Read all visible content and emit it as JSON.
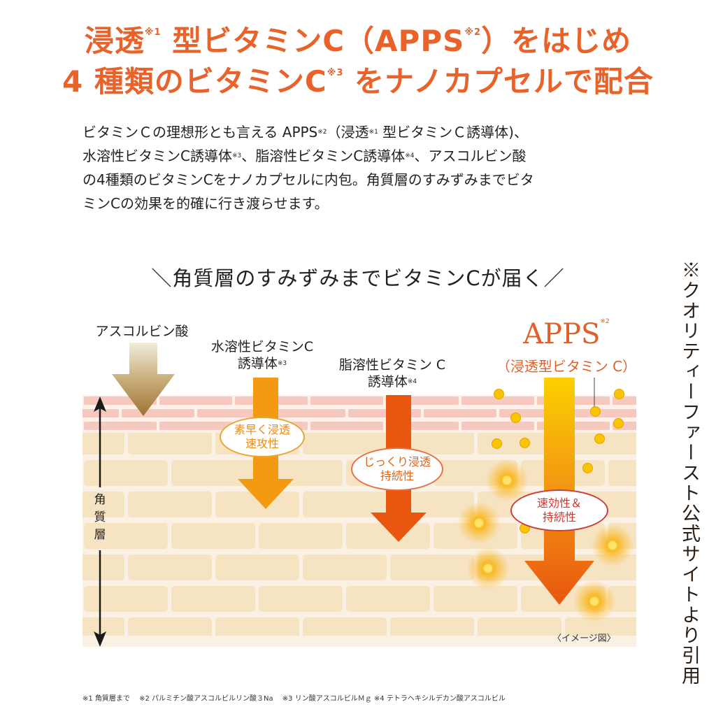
{
  "headline": {
    "line1": {
      "a": "浸透",
      "sup1": "※1",
      "b": " 型ビタミンC（APPS",
      "sup2": "※2",
      "c": "）をはじめ"
    },
    "line2": {
      "a": "4 種類のビタミンC",
      "sup3": "※3",
      "b": " をナノカプセルで配合"
    },
    "color": "#e8622a"
  },
  "body": {
    "l1a": "ビタミンＣの理想形とも言える APPS",
    "l1s2": "※2",
    "l1b": "（浸透",
    "l1s1": "※1",
    "l1c": " 型ビタミンＣ誘導体)、",
    "l2a": "水溶性ビタミンC誘導体",
    "l2s3": "※3",
    "l2b": "、脂溶性ビタミンC誘導体",
    "l2s4": "※4",
    "l2c": "、アスコルビン酸",
    "l3": "の4種類のビタミンCをナノカプセルに内包。角質層のすみずみまでビタ",
    "l4": "ミンCの効果を的確に行き渡らせます。"
  },
  "subhead": "＼角質層のすみずみまでビタミンCが届く／",
  "diagram": {
    "layer_label": "角質層",
    "image_note": "〈イメージ図〉",
    "ingredients": [
      {
        "name": "アスコルビン酸",
        "color": "#a57c3c"
      },
      {
        "name_l1": "水溶性ビタミンC",
        "name_l2": "誘導体",
        "sup": "※3",
        "bubble_l1": "素早く浸透",
        "bubble_l2": "速攻性",
        "color": "#f39a12",
        "text_color": "#e88a10"
      },
      {
        "name_l1": "脂溶性ビタミン C",
        "name_l2": "誘導体",
        "sup": "※4",
        "bubble_l1": "じっくり浸透",
        "bubble_l2": "持続性",
        "color": "#e8560f",
        "text_color": "#e06414"
      },
      {
        "name": "APPS",
        "sup": "※2",
        "sub": "（浸透型ビタミン C）",
        "bubble_l1": "速効性＆",
        "bubble_l2": "持続性",
        "color": "#e8560f",
        "color_top": "#fbd000",
        "text_color": "#d2342a"
      }
    ]
  },
  "footnotes": "※1 角質層まで　 ※2 パルミチン酸アスコルビルリン酸３Na　 ※3 リン酸アスコルビルＭｇ ※4 テトラヘキシルデカン酸アスコルビル",
  "side_note": "※クオリティーファースト公式サイトより引用"
}
